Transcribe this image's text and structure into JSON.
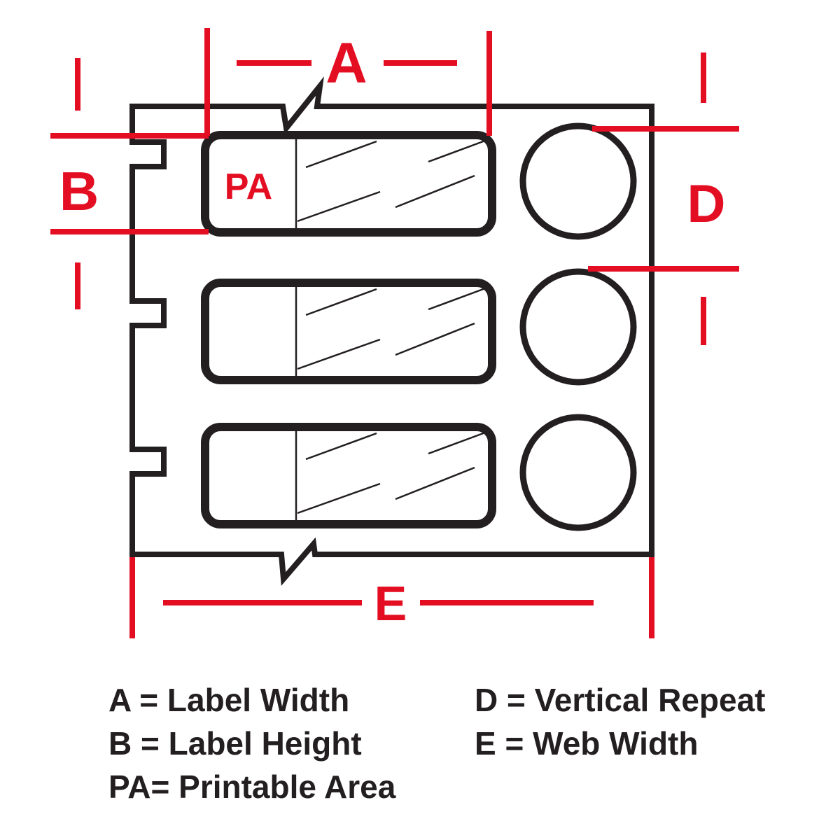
{
  "colors": {
    "accent_red": "#e40e23",
    "line_black": "#231f20",
    "background": "#ffffff"
  },
  "diagram": {
    "callouts": {
      "label_width": "A",
      "label_height": "B",
      "vertical_repeat": "D",
      "web_width": "E",
      "printable_area": "PA"
    },
    "legend": {
      "left": [
        {
          "text": "A = Label Width"
        },
        {
          "text": "B = Label Height"
        },
        {
          "text": "PA= Printable Area"
        }
      ],
      "right": [
        {
          "text": "D = Vertical Repeat"
        },
        {
          "text": "E = Web Width"
        }
      ]
    }
  }
}
